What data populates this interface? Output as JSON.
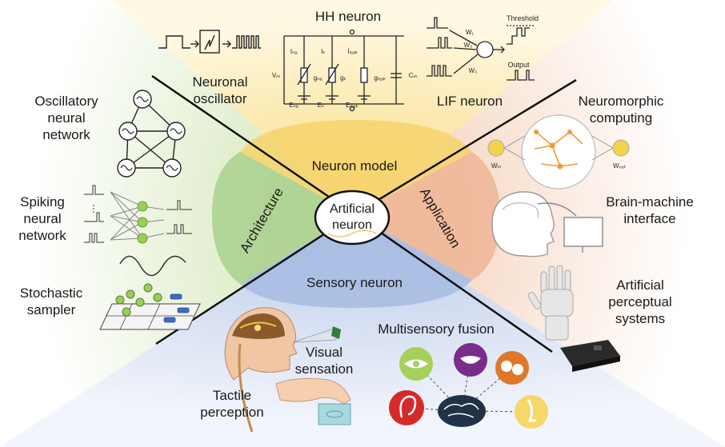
{
  "center": {
    "line1": "Artificial",
    "line2": "neuron"
  },
  "quadrants": {
    "top": "Neuron model",
    "left": "Architecture",
    "right": "Application",
    "bottom": "Sensory neuron"
  },
  "top_section": {
    "hh_title": "HH neuron",
    "oscillator_line1": "Neuronal",
    "oscillator_line2": "oscillator",
    "lif": "LIF neuron",
    "threshold": "Threshold",
    "output": "Output",
    "circuit_labels": {
      "vm": "Vₘ",
      "ina": "Iₙₐ",
      "ik": "Iₖ",
      "ileak": "Iₗₑₐₖ",
      "cm": "Cₘ",
      "gna": "gₙₐ",
      "gk": "gₖ",
      "gleak": "gₗₑₐₖ",
      "ena": "Eₙₐ",
      "ek": "Eₖ",
      "eleak": "Eₗₑₐₖ"
    },
    "weights": {
      "w1": "W₁",
      "w2": "W₂",
      "w3": "W₃"
    }
  },
  "left_section": {
    "oscillatory_line1": "Oscillatory",
    "oscillatory_line2": "neural",
    "oscillatory_line3": "network",
    "spiking_line1": "Spiking",
    "spiking_line2": "neural",
    "spiking_line3": "network",
    "stochastic_line1": "Stochastic",
    "stochastic_line2": "sampler"
  },
  "right_section": {
    "neuromorphic_line1": "Neuromorphic",
    "neuromorphic_line2": "computing",
    "win": "Wᵢₙ",
    "wout": "Wₒᵤₜ",
    "bmi_line1": "Brain-machine",
    "bmi_line2": "interface",
    "perceptual_line1": "Artificial",
    "perceptual_line2": "perceptual",
    "perceptual_line3": "systems"
  },
  "bottom_section": {
    "visual_line1": "Visual",
    "visual_line2": "sensation",
    "tactile_line1": "Tactile",
    "tactile_line2": "perception",
    "multisensory": "Multisensory fusion"
  },
  "colors": {
    "top_quadrant": "#fbe3a6",
    "top_blob": "#f6d36b",
    "left_quadrant": "#dcecc4",
    "left_blob": "#a9d08e",
    "right_quadrant": "#f8dccb",
    "right_blob": "#eeb595",
    "bottom_quadrant": "#d2dcef",
    "bottom_blob": "#a9bde2",
    "orange_accent": "#f39a35",
    "green_node": "#9acd5a",
    "yellow_node": "#f3d24c",
    "eye_green": "#a7cf5b",
    "mouth_purple": "#7a2c8a",
    "ear_red": "#d62a2a",
    "nose_yellow": "#f5d76a",
    "brain_navy": "#1f3247"
  }
}
